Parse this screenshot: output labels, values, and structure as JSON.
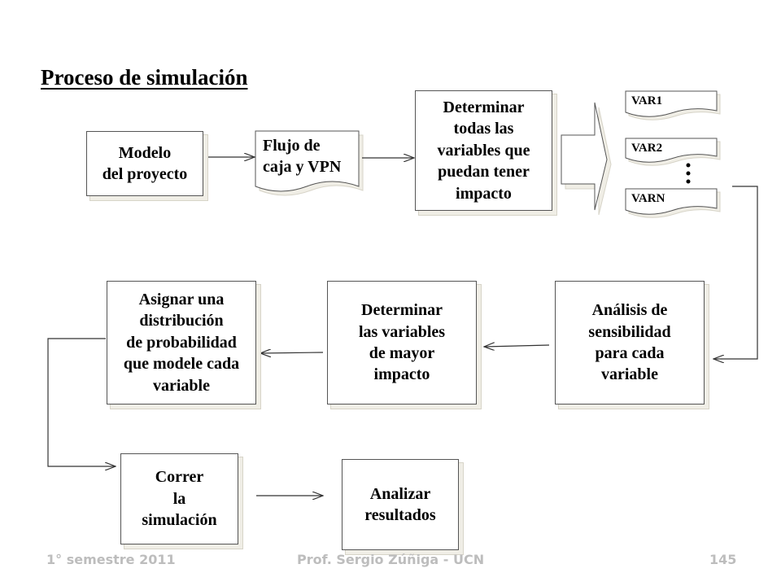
{
  "title": "Proceso de simulación",
  "boxes": {
    "modelo": "Modelo\ndel proyecto",
    "flujo": "Flujo de\ncaja y VPN",
    "determinar_todas": "Determinar\ntodas las\nvariables que\npuedan tener\nimpacto",
    "analisis": "Análisis de\nsensibilidad\npara cada\nvariable",
    "determinar_mayor": "Determinar\nlas variables\nde mayor\nimpacto",
    "asignar": "Asignar una\ndistribución\n  de  probabilidad\nque modele cada\nvariable",
    "correr": "Correr\nla\nsimulación",
    "analizar": "Analizar\nresultados"
  },
  "variables": [
    "VAR1",
    "VAR2",
    "VARN"
  ],
  "footer": {
    "left": "1° semestre 2011",
    "center": "Prof. Sergio Zúñiga - UCN",
    "right": "145"
  }
}
